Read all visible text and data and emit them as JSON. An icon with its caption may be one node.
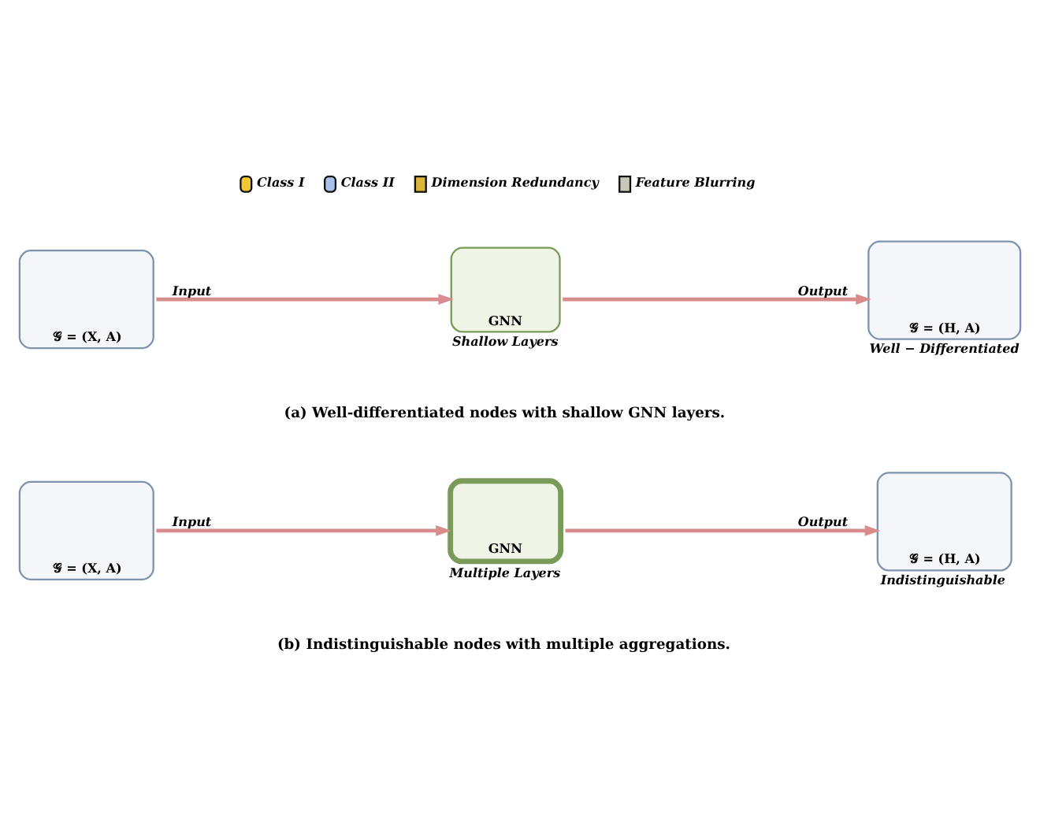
{
  "diagram": {
    "nodes": [
      {
        "text": [
          "𝒢 = (X, A)"
        ]
      },
      {
        "text": [
          "GNN"
        ],
        "beside": [
          "Shallow Layers"
        ]
      },
      {
        "text": [
          "𝒢 = (H, A)"
        ],
        "beside": [
          "Well − Differentiated"
        ]
      },
      {
        "text": [
          "𝒢 = (X, A)"
        ]
      },
      {
        "text": [
          "GNN"
        ],
        "beside": [
          "Multiple Layers"
        ]
      },
      {
        "text": [
          "𝒢 = (H, A)"
        ],
        "beside": [
          "Indistinguishable"
        ]
      }
    ],
    "edges": [
      {
        "from": 0,
        "to": 1,
        "arrow": "to",
        "label": "Input"
      },
      {
        "from": 1,
        "to": 2,
        "arrow": "to",
        "label": "Output"
      },
      {
        "from": 3,
        "to": 4,
        "arrow": "to",
        "label": "Input"
      },
      {
        "from": 4,
        "to": 5,
        "arrow": "to",
        "label": "Output"
      }
    ],
    "labels": [
      "(a) Well-differentiated nodes with shallow GNN layers.",
      "(b) Indistinguishable nodes with multiple aggregations."
    ],
    "legend": [
      {
        "text": "Class I",
        "color": "#f2c830"
      },
      {
        "text": "Class II",
        "color": "#a9c1e8"
      },
      {
        "text": "Dimension Redundancy"
      },
      {
        "text": "Feature Blurring"
      }
    ]
  }
}
